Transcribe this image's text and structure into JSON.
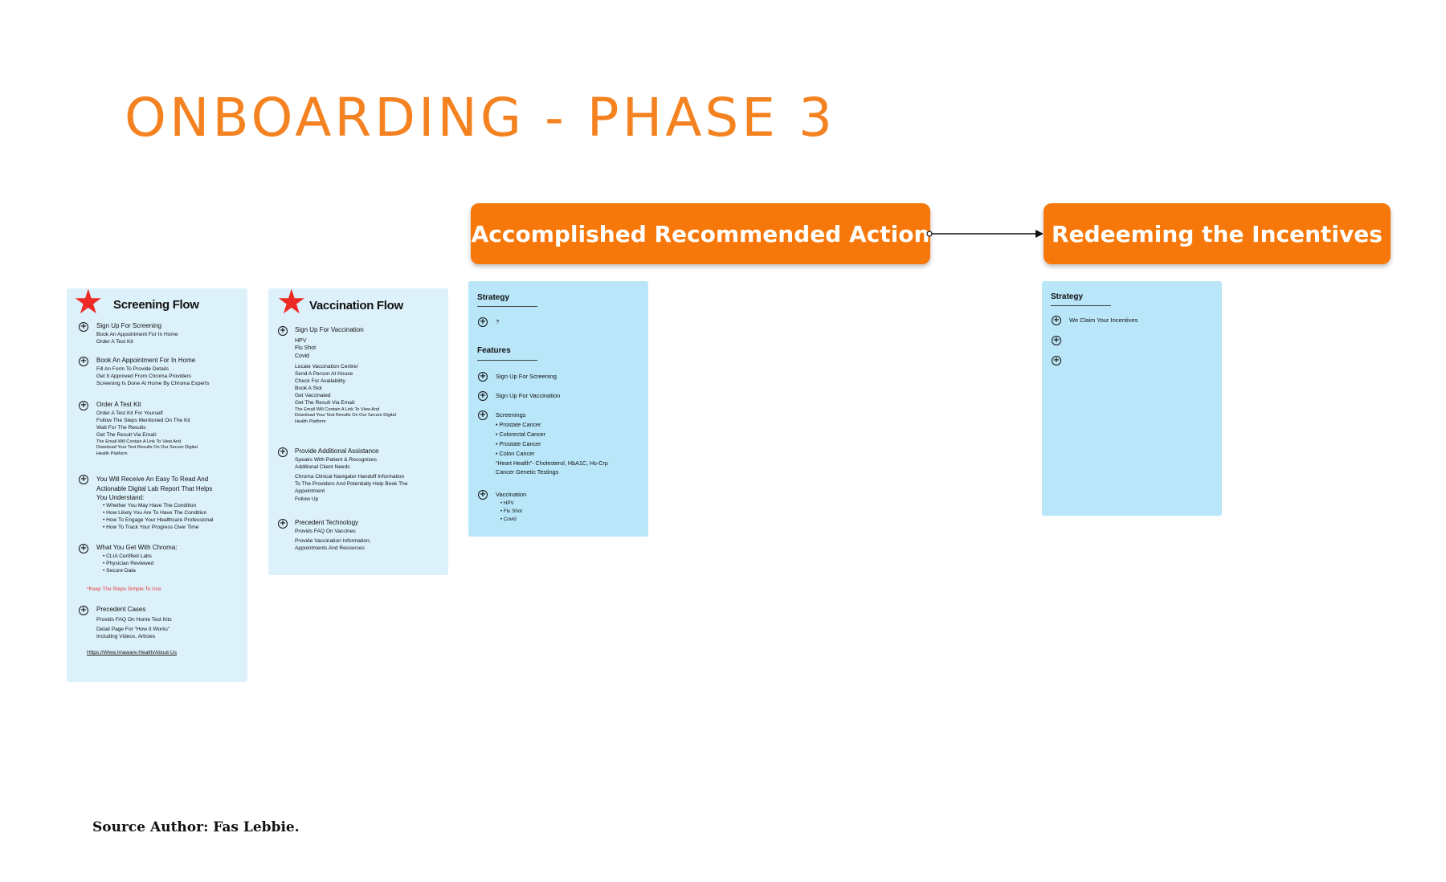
{
  "title": "ONBOARDING - PHASE 3",
  "colors": {
    "accent": "#f58220",
    "header_box": "#f7780a",
    "card_light": "#ddf1fb",
    "card_blue": "#b9e6f8",
    "star": "#ee2a24",
    "note": "#e53935"
  },
  "flow": {
    "box1": "Accomplished Recommended Action",
    "box2": "Redeeming the Incentives"
  },
  "screening": {
    "title": "Screening Flow",
    "sections": [
      {
        "heading": "Sign Up For Screening",
        "lines": [
          "Book An Appointment For In Home",
          "Order A Test Kit"
        ]
      },
      {
        "heading": "Book An Appointment For In Home",
        "lines": [
          "Fill An Form To Provide Details",
          "Get It Approved From Chroma Providers",
          "Screening Is Done At Home By Chroma Experts"
        ]
      },
      {
        "heading": "Order A Test Kit",
        "lines": [
          "Order A Test Kit For Yourself",
          "Follow The Steps Mentioned On The Kit",
          "Wait For The Results",
          "Get The Result Via Email:"
        ],
        "tiny": [
          "The Email Will Contain A Link To View And",
          "Download Your Test Results On Our Secure Digital",
          "Health Platform"
        ]
      },
      {
        "heading_lines": [
          "You Will Receive An Easy To Read And",
          "Actionable Digital Lab Report That Helps",
          "You Understand:"
        ],
        "bullets": [
          "Whether You May Have The Condition",
          "How Likely You Are To Have The Condition",
          "How To Engage Your Healthcare Professional",
          "How To Track Your Progress Over Time"
        ]
      },
      {
        "heading": "What You Get With Chroma:",
        "bullets": [
          "CLIA Certified Labs",
          "Physician Reviewed",
          "Secure Data"
        ]
      },
      {
        "heading": "Precedent Cases",
        "lines": [
          "Provids FAQ On Home Test Kits",
          "Detail Page For “How It Works”",
          "Including Videos, Articles"
        ]
      }
    ],
    "note": "*Keep The Steps Simple To Use",
    "link": "Https://Www.Imaware.Health/About-Us"
  },
  "vaccination": {
    "title": "Vaccination Flow",
    "sections": [
      {
        "heading": "Sign Up For Vaccination",
        "group1": [
          "HPV",
          "Flu Shot",
          "Covid"
        ],
        "group2": [
          "Locate Vaccination Centre/",
          "Send A Person At House",
          "Check For Availability",
          "Book A Slot",
          "Get Vaccinated",
          "Get The Result Via Email:"
        ],
        "tiny": [
          "The Email Will Contain A Link To View And",
          "Download Your Test Results On Our Secure Digital",
          "Health Platform"
        ]
      },
      {
        "heading": "Provide Additional Assistance",
        "lines": [
          "Speaks With Patient & Recognizes",
          "Additional Client Needs"
        ],
        "lines2": [
          "Chroma Clinical Navigator Handoff Information",
          "To The Providers And Potentially Help Book The",
          "Appointment",
          "Follow Up"
        ]
      },
      {
        "heading": "Precedent Technology",
        "lines": [
          "Provids FAQ On Vaccines"
        ],
        "lines2": [
          "Provide Vaccination Information,",
          "Appointments And Resources"
        ]
      }
    ]
  },
  "strategy1": {
    "strategy_label": "Strategy",
    "strategy_item": "?",
    "features_label": "Features",
    "features": [
      {
        "label": "Sign Up For Screening"
      },
      {
        "label": "Sign Up For Vaccination"
      },
      {
        "label": "Screenings",
        "sub": [
          "• Prostate Cancer",
          "• Colorectal Cancer",
          "• Prostate Cancer",
          "• Colon Cancer",
          "“Heart Health”- Cholesterol, HbA1C, Hs-Crp",
          "Cancer Genetic Testings"
        ]
      },
      {
        "label": "Vaccination",
        "bullets": [
          "HPV",
          "Flu Shot",
          "Covid"
        ]
      }
    ]
  },
  "strategy2": {
    "strategy_label": "Strategy",
    "items": [
      "We Claim Your Incentives",
      "",
      ""
    ]
  },
  "source": "Source Author: Fas Lebbie."
}
